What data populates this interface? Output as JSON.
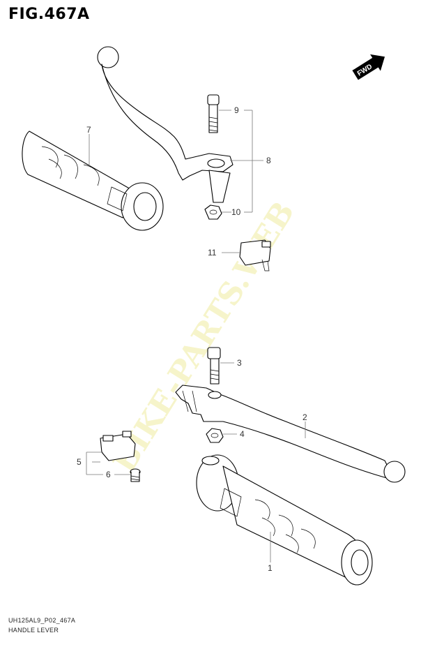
{
  "figure": {
    "title": "FIG.467A",
    "code": "UH125AL9_P02_467A",
    "name": "HANDLE LEVER"
  },
  "badge": {
    "label": "FWD",
    "icon": "fwd-arrow-icon"
  },
  "watermark": {
    "text": "BIKE-PARTS.WEB",
    "color": "#e6e26a"
  },
  "callouts": [
    {
      "number": "1",
      "part": "grip-right"
    },
    {
      "number": "2",
      "part": "brake-lever-front"
    },
    {
      "number": "3",
      "part": "lever-bolt-lower"
    },
    {
      "number": "4",
      "part": "lever-nut-lower"
    },
    {
      "number": "5",
      "part": "switch-assembly-lower"
    },
    {
      "number": "6",
      "part": "switch-screw"
    },
    {
      "number": "7",
      "part": "grip-left"
    },
    {
      "number": "8",
      "part": "lever-assembly-upper"
    },
    {
      "number": "9",
      "part": "lever-bolt-upper"
    },
    {
      "number": "10",
      "part": "lever-nut-upper"
    },
    {
      "number": "11",
      "part": "switch-assembly-upper"
    }
  ]
}
